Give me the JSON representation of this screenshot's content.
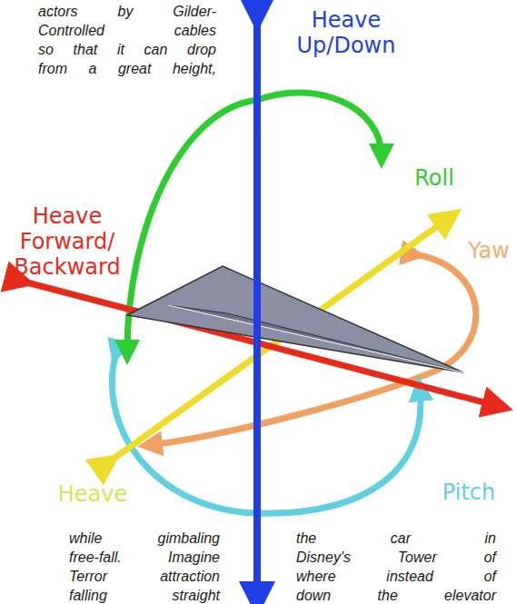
{
  "diagram": {
    "labels": [
      "actors by Gilder-",
      "Controlled cables",
      "so that it can drop",
      "from a great height,",
      "Heave Up/Down",
      "Heave Forward/ Backward",
      "Roll",
      "Yaw",
      "Heave",
      "Pitch",
      "while gimbaling",
      "the car in",
      "free-fall. Imagine",
      "Disney's Tower of",
      "Terror attraction",
      "where instead of",
      "falling straight",
      "down the elevator"
    ]
  }
}
